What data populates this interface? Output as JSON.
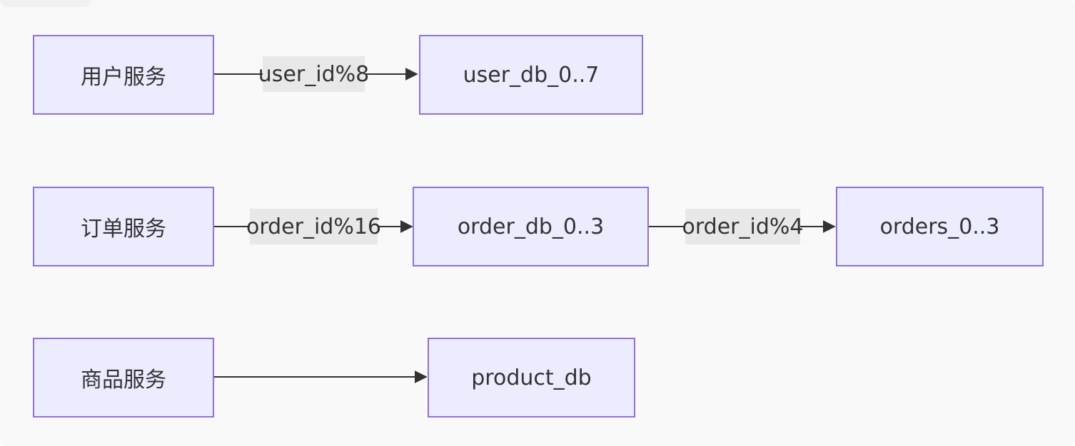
{
  "diagram": {
    "nodes": {
      "user_service": "用户服务",
      "user_db": "user_db_0..7",
      "order_service": "订单服务",
      "order_db": "order_db_0..3",
      "orders_table": "orders_0..3",
      "product_service": "商品服务",
      "product_db": "product_db"
    },
    "edges": [
      {
        "from": "user_service",
        "to": "user_db",
        "label": "user_id%8"
      },
      {
        "from": "order_service",
        "to": "order_db",
        "label": "order_id%16"
      },
      {
        "from": "order_db",
        "to": "orders_table",
        "label": "order_id%4"
      },
      {
        "from": "product_service",
        "to": "product_db",
        "label": ""
      }
    ],
    "colors": {
      "node_fill": "#ececff",
      "node_border": "#9370db",
      "edge_line": "#333333",
      "label_background": "#e8e8e8",
      "canvas_background": "#f9f9f9"
    }
  }
}
